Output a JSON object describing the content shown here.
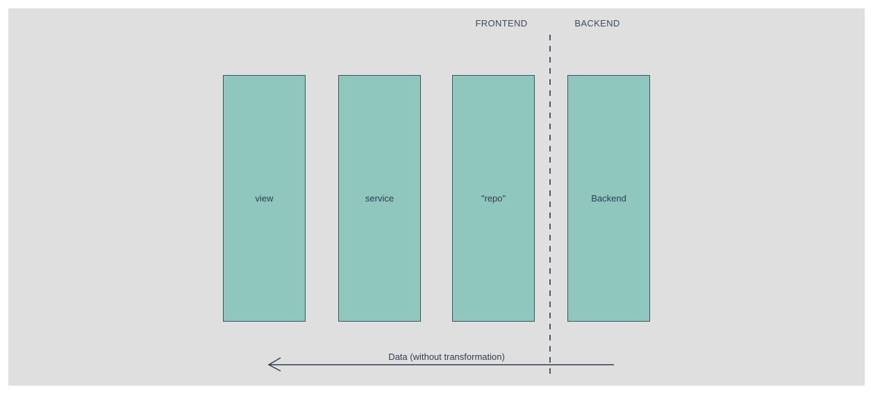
{
  "canvas": {
    "background_color": "#dfdfdf",
    "page_color": "#ffffff"
  },
  "zones": {
    "frontend_label": "FRONTEND",
    "backend_label": "BACKEND",
    "divider_style": "dashed",
    "divider_color": "#46596b"
  },
  "boxes": [
    {
      "id": "view",
      "label": "view",
      "zone": "frontend",
      "fill": "#8fc7bf",
      "border": "#3d5260"
    },
    {
      "id": "service",
      "label": "service",
      "zone": "frontend",
      "fill": "#8fc7bf",
      "border": "#3d5260"
    },
    {
      "id": "repo",
      "label": "\"repo\"",
      "zone": "frontend",
      "fill": "#8fc7bf",
      "border": "#3d5260"
    },
    {
      "id": "backend",
      "label": "Backend",
      "zone": "backend",
      "fill": "#8fc7bf",
      "border": "#3d5260"
    }
  ],
  "arrow": {
    "label": "Data (without transformation)",
    "direction": "left",
    "head_style": "open-chevron",
    "color": "#2d3e4e"
  }
}
